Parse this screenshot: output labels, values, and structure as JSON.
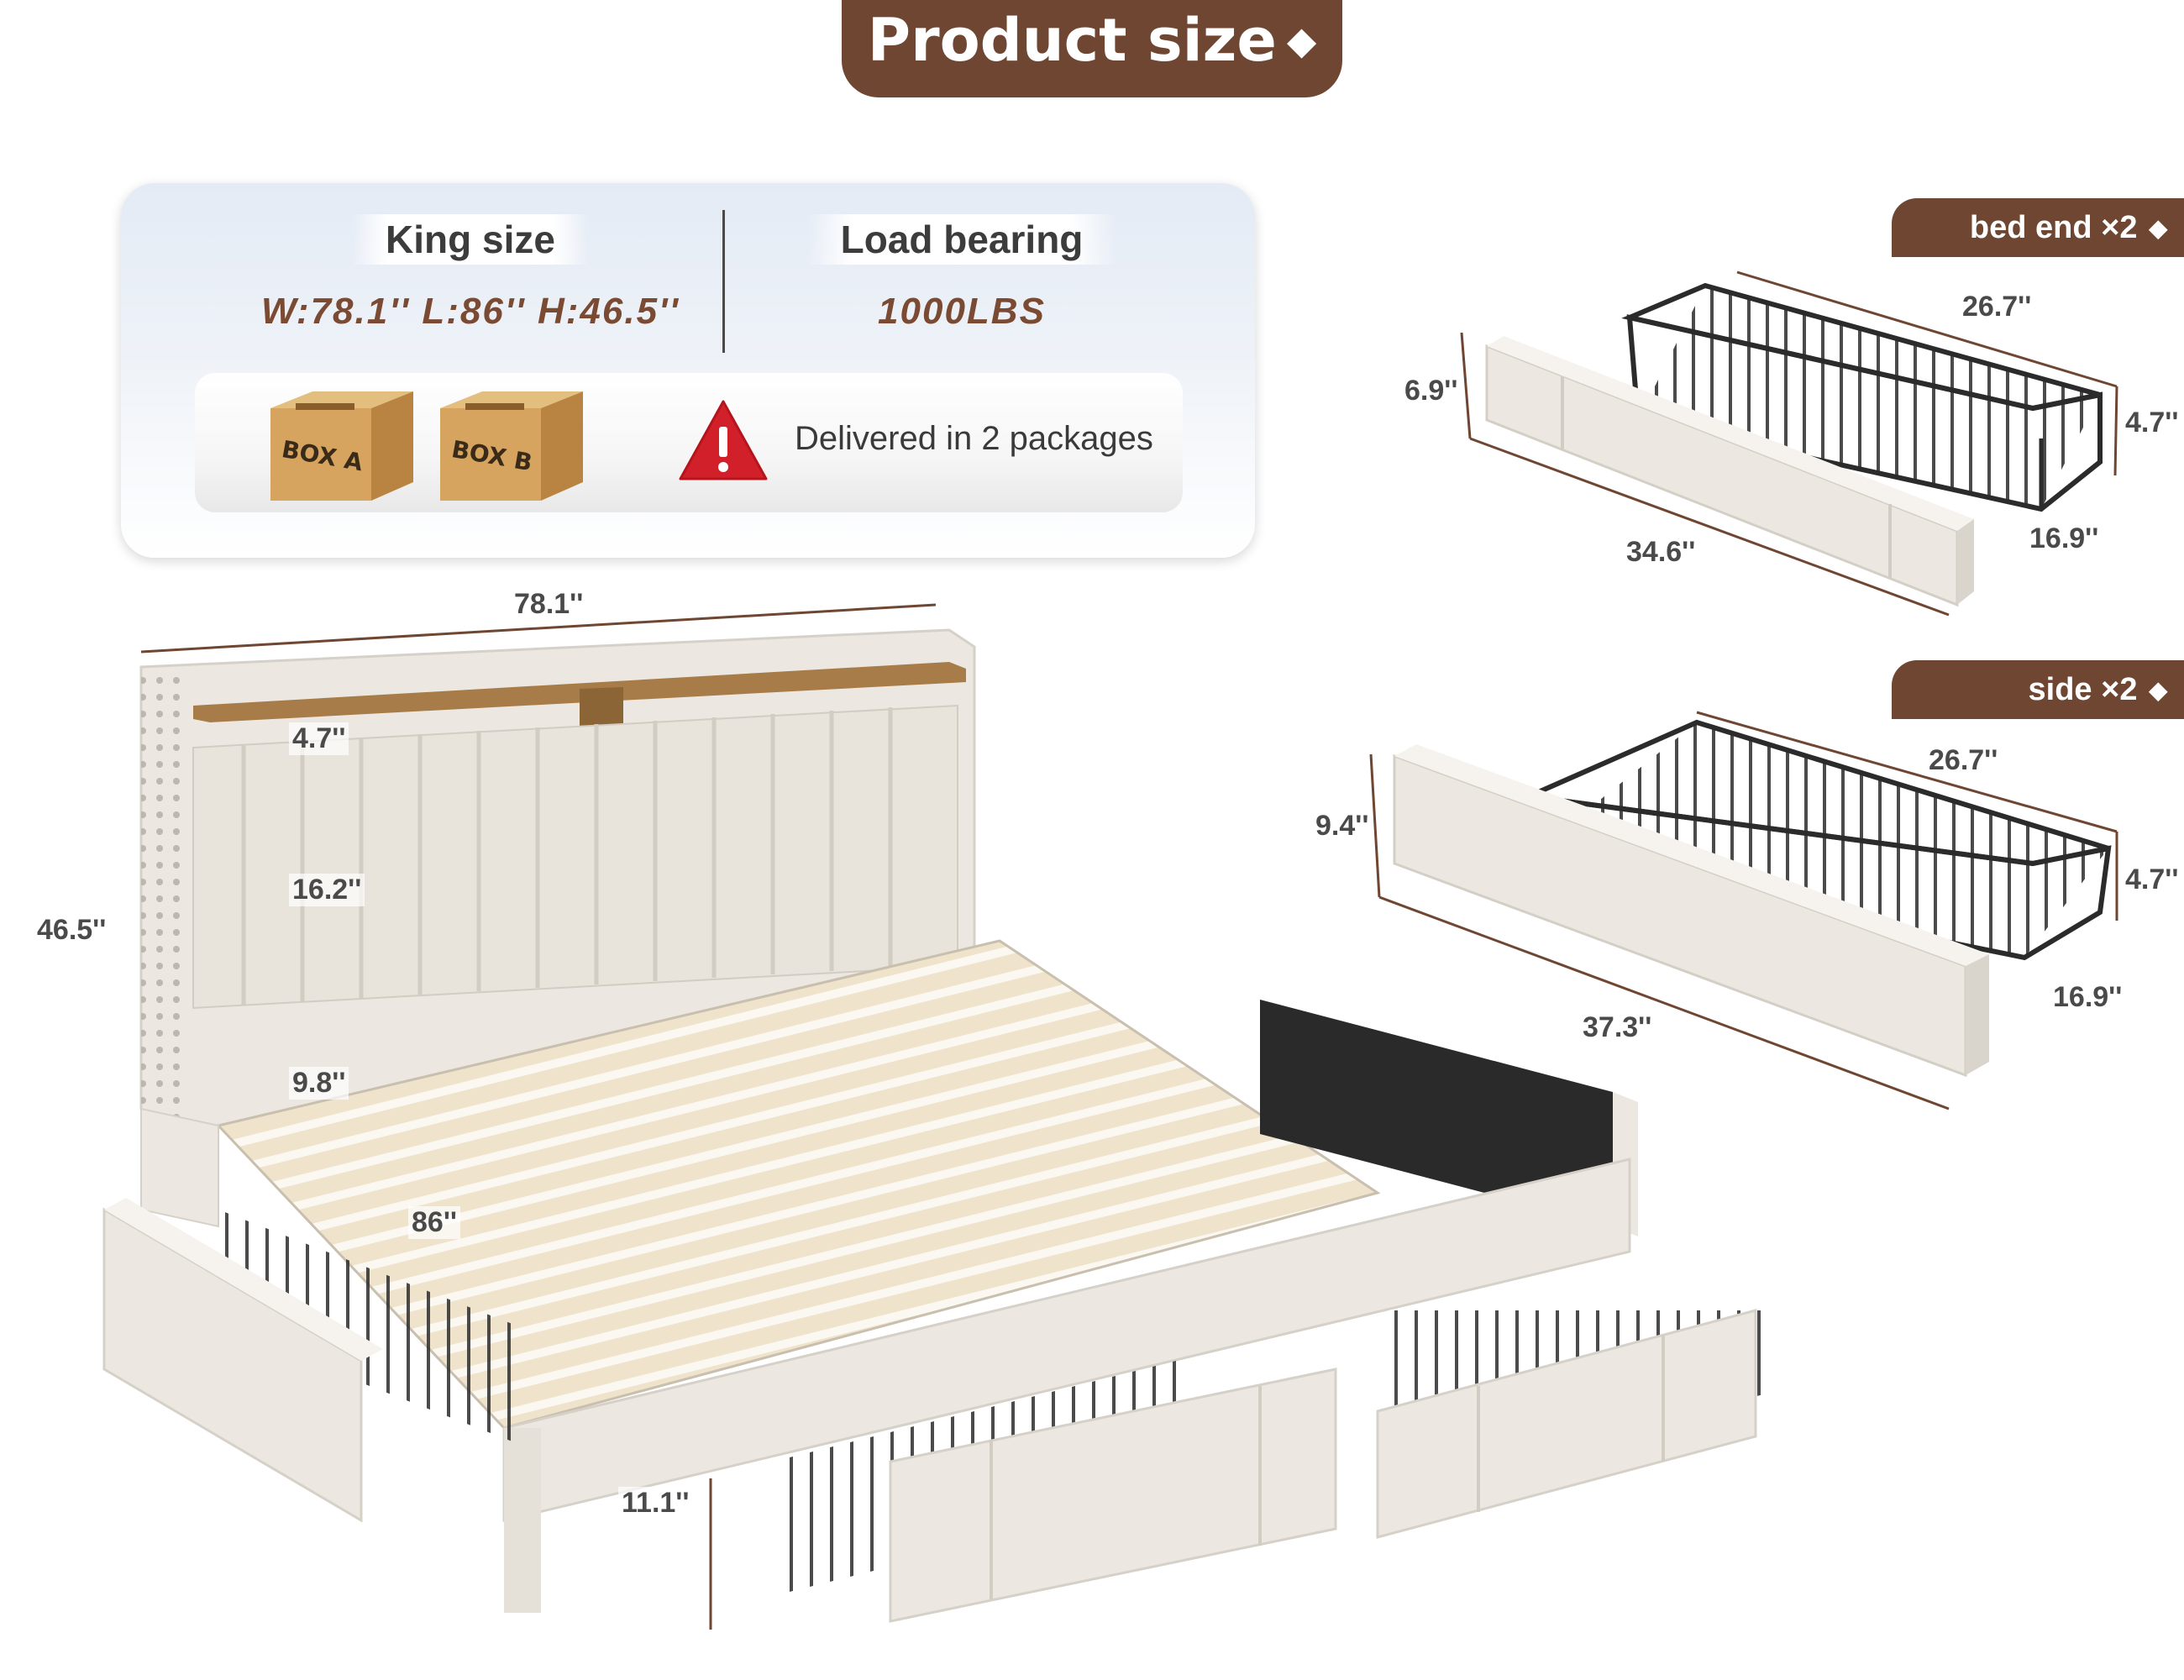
{
  "header": {
    "title": "Product size",
    "title_icon": "diamond-icon"
  },
  "summary": {
    "size_label": "King size",
    "size_value": "W:78.1''  L:86''  H:46.5''",
    "load_label": "Load bearing",
    "load_value": "1000LBS",
    "box_a": "BOX A",
    "box_b": "BOX B",
    "delivery_text": "Delivered in 2 packages",
    "warning_icon": "warning-icon"
  },
  "bed_dims": {
    "width": "78.1''",
    "height": "46.5''",
    "shelf": "4.7''",
    "headboard": "16.2''",
    "clearance": "9.8''",
    "length": "86''",
    "side_height": "11.1''"
  },
  "bed_end_drawer": {
    "label": "bed end ×2",
    "height": "6.9''",
    "depth_top": "26.7''",
    "basket_height": "4.7''",
    "front_length": "34.6''",
    "basket_width": "16.9''"
  },
  "side_drawer": {
    "label": "side ×2",
    "height": "9.4''",
    "depth_top": "26.7''",
    "basket_height": "4.7''",
    "front_length": "37.3''",
    "basket_width": "16.9''"
  },
  "colors": {
    "brand_brown": "#6e4632",
    "value_brown": "#7a4a32",
    "fabric": "#ece8e1",
    "slat": "#efe3cc",
    "wire": "#2b2b2b"
  }
}
